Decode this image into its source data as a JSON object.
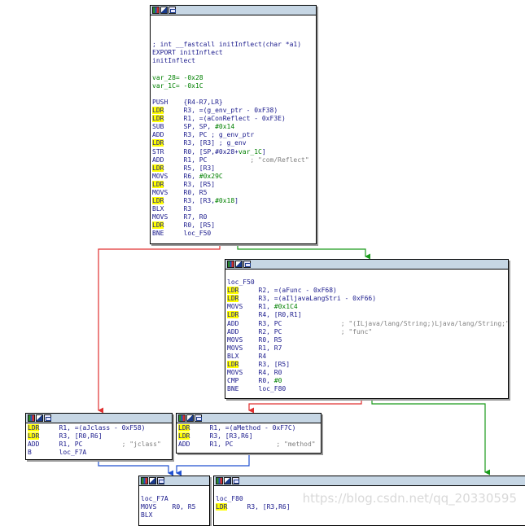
{
  "colors": {
    "edge_false": "#e03030",
    "edge_true": "#1a9a1a",
    "edge_uncond": "#2050d0",
    "title_bar": "#c6d6e4",
    "mnemonic_highlight": "#ffff00"
  },
  "title_icons": [
    "graph-icon",
    "color-icon",
    "group-icon"
  ],
  "block_main": {
    "lines": [
      [
        {
          "t": ""
        }
      ],
      [
        {
          "t": ""
        }
      ],
      [
        {
          "t": ""
        }
      ],
      [
        {
          "t": "; int __fastcall initInflect(char *a1)",
          "c": "hdr"
        }
      ],
      [
        {
          "t": "EXPORT initInflect",
          "c": "hdr"
        }
      ],
      [
        {
          "t": "initInflect",
          "c": "lbl"
        }
      ],
      [
        {
          "t": ""
        }
      ],
      [
        {
          "t": "var_28= -0x28",
          "c": "var"
        }
      ],
      [
        {
          "t": "var_1C= -0x1C",
          "c": "var"
        }
      ],
      [
        {
          "t": ""
        }
      ],
      [
        {
          "t": "PUSH    "
        },
        {
          "t": "{R4-R7,LR}"
        }
      ],
      [
        {
          "t": "LDR",
          "c": "kw"
        },
        {
          "t": "     R3, =(g_env_ptr - 0xF38)"
        }
      ],
      [
        {
          "t": "LDR",
          "c": "kw"
        },
        {
          "t": "     R1, =(aConReflect - 0xF3E)"
        }
      ],
      [
        {
          "t": "SUB     SP, SP, "
        },
        {
          "t": "#0x14",
          "c": "num"
        }
      ],
      [
        {
          "t": "ADD     R3, PC ; g_env_ptr"
        }
      ],
      [
        {
          "t": "LDR",
          "c": "kw"
        },
        {
          "t": "     R3, [R3] ; g_env"
        }
      ],
      [
        {
          "t": "STR     R0, [SP,#0x28+"
        },
        {
          "t": "var_1C",
          "c": "var"
        },
        {
          "t": "]"
        }
      ],
      [
        {
          "t": "ADD     R1, PC           "
        },
        {
          "t": "; \"com/Reflect\"",
          "c": "com"
        }
      ],
      [
        {
          "t": "LDR",
          "c": "kw"
        },
        {
          "t": "     R5, [R3]"
        }
      ],
      [
        {
          "t": "MOVS    R6, "
        },
        {
          "t": "#0x29C",
          "c": "num"
        }
      ],
      [
        {
          "t": "LDR",
          "c": "kw"
        },
        {
          "t": "     R3, [R5]"
        }
      ],
      [
        {
          "t": "MOVS    R0, R5"
        }
      ],
      [
        {
          "t": "LDR",
          "c": "kw"
        },
        {
          "t": "     R3, [R3,"
        },
        {
          "t": "#0x18",
          "c": "num"
        },
        {
          "t": "]"
        }
      ],
      [
        {
          "t": "BLX     R3"
        }
      ],
      [
        {
          "t": "MOVS    R7, R0"
        }
      ],
      [
        {
          "t": "LDR",
          "c": "kw"
        },
        {
          "t": "     R0, [R5]"
        }
      ],
      [
        {
          "t": "BNE     loc_F50"
        }
      ]
    ]
  },
  "block_f50": {
    "lines": [
      [
        {
          "t": ""
        }
      ],
      [
        {
          "t": "loc_F50",
          "c": "lbl"
        }
      ],
      [
        {
          "t": "LDR",
          "c": "kw"
        },
        {
          "t": "     R2, =(aFunc - 0xF68)"
        }
      ],
      [
        {
          "t": "LDR",
          "c": "kw"
        },
        {
          "t": "     R3, =(aIljavaLangStri - 0xF66)"
        }
      ],
      [
        {
          "t": "MOVS    R1, "
        },
        {
          "t": "#0x1C4",
          "c": "num"
        }
      ],
      [
        {
          "t": "LDR",
          "c": "kw"
        },
        {
          "t": "     R4, [R0,R1]"
        }
      ],
      [
        {
          "t": "ADD     R3, PC               "
        },
        {
          "t": "; \"(ILjava/lang/String;)Ljava/lang/String;\"",
          "c": "com"
        }
      ],
      [
        {
          "t": "ADD     R2, PC               "
        },
        {
          "t": "; \"func\"",
          "c": "com"
        }
      ],
      [
        {
          "t": "MOVS    R0, R5"
        }
      ],
      [
        {
          "t": "MOVS    R1, R7"
        }
      ],
      [
        {
          "t": "BLX     R4"
        }
      ],
      [
        {
          "t": "LDR",
          "c": "kw"
        },
        {
          "t": "     R3, [R5]"
        }
      ],
      [
        {
          "t": "MOVS    R4, R0"
        }
      ],
      [
        {
          "t": "CMP     R0, "
        },
        {
          "t": "#0",
          "c": "num"
        }
      ],
      [
        {
          "t": "BNE     loc_F80"
        }
      ]
    ]
  },
  "block_jclass": {
    "lines": [
      [
        {
          "t": "LDR",
          "c": "kw"
        },
        {
          "t": "     R1, =(aJclass - 0xF58)"
        }
      ],
      [
        {
          "t": "LDR",
          "c": "kw"
        },
        {
          "t": "     R3, [R0,R6]"
        }
      ],
      [
        {
          "t": "ADD     R1, PC          "
        },
        {
          "t": "; \"jclass\"",
          "c": "com"
        }
      ],
      [
        {
          "t": "B       loc_F7A"
        }
      ]
    ]
  },
  "block_method": {
    "lines": [
      [
        {
          "t": "LDR",
          "c": "kw"
        },
        {
          "t": "     R1, =(aMethod - 0xF7C)"
        }
      ],
      [
        {
          "t": "LDR",
          "c": "kw"
        },
        {
          "t": "     R3, [R3,R6]"
        }
      ],
      [
        {
          "t": "ADD     R1, PC           "
        },
        {
          "t": "; \"method\"",
          "c": "com"
        }
      ]
    ]
  },
  "block_f7a": {
    "lines": [
      [
        {
          "t": ""
        }
      ],
      [
        {
          "t": "loc_F7A",
          "c": "lbl"
        }
      ],
      [
        {
          "t": "MOVS    R0, R5"
        }
      ],
      [
        {
          "t": "BLX"
        }
      ]
    ]
  },
  "block_f80": {
    "lines": [
      [
        {
          "t": ""
        }
      ],
      [
        {
          "t": "loc_F80",
          "c": "lbl"
        }
      ],
      [
        {
          "t": "LDR",
          "c": "kw"
        },
        {
          "t": "     R3, [R3,R6]"
        }
      ]
    ]
  },
  "watermark": "https://blog.csdn.net/qq_20330595"
}
